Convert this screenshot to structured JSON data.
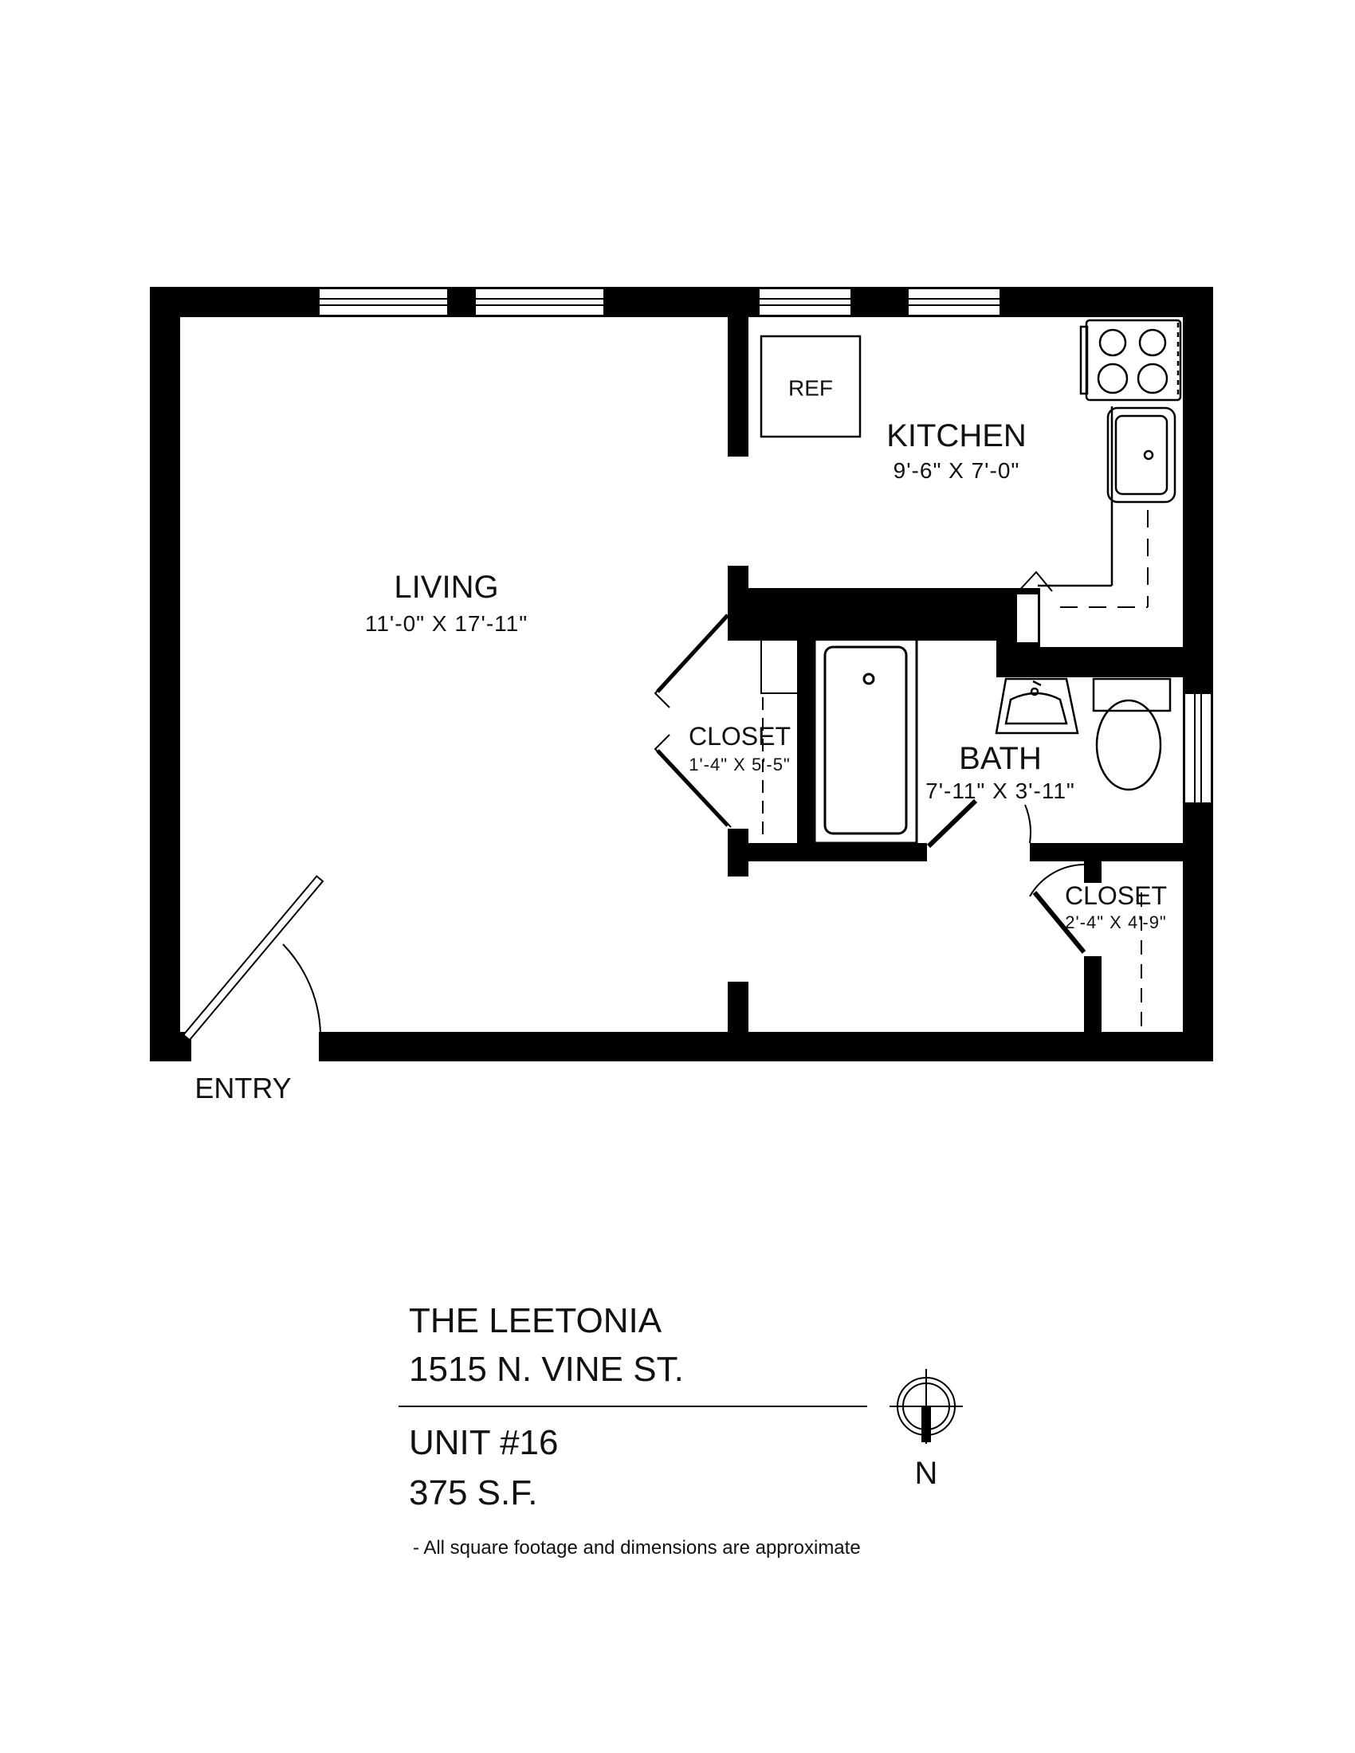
{
  "rooms": {
    "living": {
      "name": "LIVING",
      "dims": "11'-0\" X 17'-11\""
    },
    "kitchen": {
      "name": "KITCHEN",
      "dims": "9'-6\" X 7'-0\""
    },
    "closet_1": {
      "name": "CLOSET",
      "dims": "1'-4\" X 5'-5\""
    },
    "bath": {
      "name": "BATH",
      "dims": "7'-11\" X 3'-11\""
    },
    "closet_2": {
      "name": "CLOSET",
      "dims": "2'-4\" X 4'-9\""
    }
  },
  "fixtures": {
    "refrigerator": "REF"
  },
  "entry_label": "ENTRY",
  "info": {
    "building": "THE LEETONIA",
    "address": "1515 N. VINE ST.",
    "unit": "UNIT #16",
    "area": "375 S.F."
  },
  "note": "- All square footage and dimensions are approximate",
  "north_label": "N",
  "colors": {
    "wall": "#000000",
    "background": "#ffffff"
  }
}
